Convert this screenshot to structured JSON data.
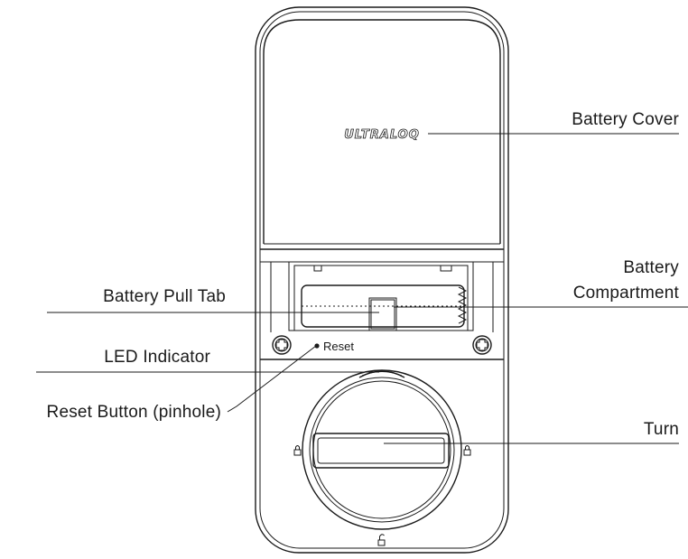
{
  "brand_logo": "ULTRALOQ",
  "reset_mark": "Reset",
  "callouts": {
    "battery_cover": "Battery Cover",
    "battery_compartment_line1": "Battery",
    "battery_compartment_line2": "Compartment",
    "battery_pull_tab": "Battery Pull Tab",
    "led_indicator": "LED Indicator",
    "reset_button": "Reset Button (pinhole)",
    "turn": "Turn"
  },
  "icons": {
    "lock_left": "lock-icon",
    "lock_right": "lock-icon",
    "unlock_bottom": "unlock-icon",
    "screw_left": "screw-icon",
    "screw_right": "screw-icon"
  }
}
